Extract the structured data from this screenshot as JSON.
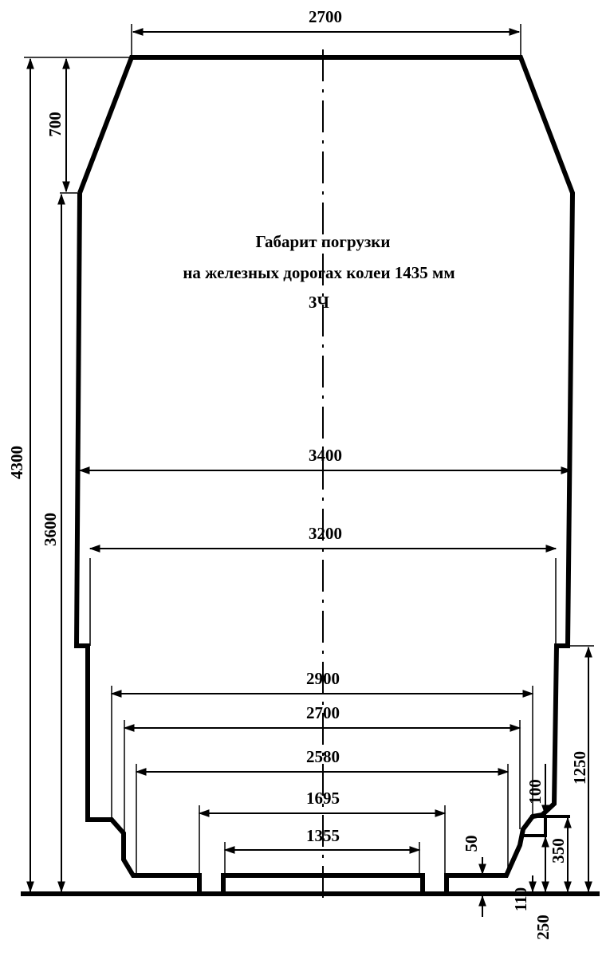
{
  "title": {
    "line1": "Габарит погрузки",
    "line2": "на железных дорогах колеи 1435 мм",
    "line3": "3Ч"
  },
  "dimensions": {
    "top_width": "2700",
    "width_3400": "3400",
    "width_3200": "3200",
    "width_2900": "2900",
    "width_2700": "2700",
    "width_2580": "2580",
    "width_1695": "1695",
    "width_1355": "1355",
    "total_height": "4300",
    "height_3600": "3600",
    "height_700": "700",
    "height_1250": "1250",
    "height_350": "350",
    "height_100": "100",
    "height_50": "50",
    "height_110": "110",
    "height_250": "250"
  }
}
